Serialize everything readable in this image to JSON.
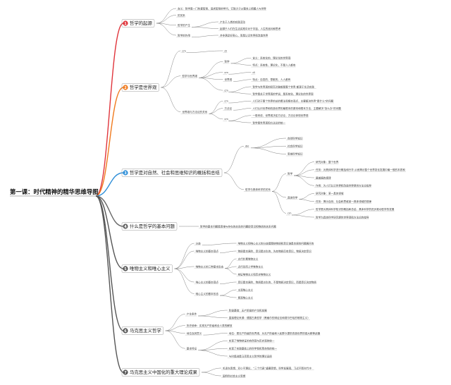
{
  "root": "第一课：时代精神的精华思维导图",
  "colors": {
    "branch": [
      "#e0343b",
      "#f07b1f",
      "#2f8fd8",
      "#666666",
      "#555555",
      "#555555",
      "#555555"
    ],
    "line": "#7f7f7f"
  },
  "branches": [
    {
      "num": "1",
      "label": "哲学的起源",
      "children": [
        {
          "text": "含义：哲学是一门热爱智慧、追求智慧的学问，它致力于从整体上把握人与世界"
        },
        {
          "text": "的关系"
        },
        {
          "text": "哲学的产生",
          "children": [
            {
              "text": "产生于人类的实践活动"
            },
            {
              "text": "起源于人们在生活实践中对于宇宙、人生的追问和思考"
            }
          ]
        },
        {
          "text": "哲学的作用",
          "children": [
            {
              "text": "并非满足好奇心，而是认识世界和改造世界"
            }
          ]
        }
      ]
    },
    {
      "num": "2",
      "label": "哲学是世界观",
      "children": [
        {
          "text": "cm",
          "children": [
            {
              "text": "dl"
            }
          ]
        },
        {
          "text": "哲学与世界观",
          "children": [
            {
              "text": "哲学",
              "children": [
                {
                  "text": "含义：系统化的、理论化的世界观"
                },
                {
                  "text": "特点：系统性、理论化，不是人人都有"
                }
              ]
            },
            {
              "text": "cm",
              "children": [
                {
                  "text": "dl"
                }
              ]
            },
            {
              "text": "世界观",
              "children": [
                {
                  "text": "特点：自发的、零散的，人人都有"
                }
              ]
            },
            {
              "text": "cm",
              "children": [
                {
                  "text": "哲学与世界观的研究对象都是整个世界  都源于生活实践"
                },
                {
                  "text": "哲学是关于世界观的学说，是系统化、理论化的世界观"
                }
              ]
            }
          ]
        },
        {
          "text": "世界观与方法论的关系",
          "children": [
            {
              "text": "cm",
              "children": [
                {
                  "text": "人们对于整个世界的总的看法和根本观点，主要解决世界\"是什么\"的问题"
                }
              ]
            },
            {
              "text": "方法论",
              "children": [
                {
                  "text": "人们认识世界和改造世界的最根本的原则和根本方法，主要解决\"怎么办\"的问题"
                }
              ]
            },
            {
              "text": "cm",
              "children": [
                {
                  "text": "一般来说，世界观决定方法论，方法论体现世界观"
                },
                {
                  "text": "哲学是世界观和方法论的统一"
                }
              ]
            }
          ]
        }
      ]
    },
    {
      "num": "3",
      "label": "哲学是对自然、社会和思维知识的概括和总结",
      "children": [
        {
          "text": "dkl",
          "children": [
            {
              "text": "自然科学知识"
            },
            {
              "text": "社会科学知识"
            },
            {
              "text": "思维科学知识"
            }
          ]
        },
        {
          "text": "哲学与具体科学的关系",
          "children": [
            {
              "text": "哲学",
              "children": [
                {
                  "text": "研究对象：整个世界"
                },
                {
                  "text": "任务：对具体科学进行概括和升华 从而揭示整个世界变化发展中最一般的本质和"
                },
                {
                  "text": "最普遍的规律"
                },
                {
                  "text": "作用：为人们认识世界和改造世界提供方法论指导"
                }
              ]
            },
            {
              "text": "具体科学",
              "children": [
                {
                  "text": "研究对象：某一具体领域"
                },
                {
                  "text": "任务：揭示自然、社会和思维某一具体领域的规律"
                }
              ]
            },
            {
              "text": "cm",
              "children": [
                {
                  "text": "哲学是对具体科学知识的概括和总结，具体科学的进步推动哲学的发展"
                },
                {
                  "text": "哲学为具体科学研究提供世界观和方法论的指导"
                }
              ]
            }
          ]
        }
      ]
    },
    {
      "num": "4",
      "label": "什么是哲学的基本问题",
      "children": [
        {
          "text": "哲学的基本问题是思维与存在的关系的问题即意识和物质的关系问题"
        }
      ]
    },
    {
      "num": "5",
      "label": "唯物主义和唯心主义",
      "children": [
        {
          "text": "分歧",
          "children": [
            {
              "text": "唯物主义和唯心主义的分歧是围绕物质和意识谁是本原的问题展开的"
            }
          ]
        },
        {
          "text": "唯物主义的基本观点",
          "children": [
            {
              "text": "物质是本原的，意识是派生的，先有物质后有意识，物质决定意识"
            }
          ]
        },
        {
          "text": "唯物主义的三种基本形态",
          "children": [
            {
              "text": "古代朴素唯物主义"
            },
            {
              "text": "近代形而上学唯物主义"
            },
            {
              "text": "辩证唯物主义和历史唯物主义"
            }
          ]
        },
        {
          "text": "唯心主义的基本观点",
          "children": [
            {
              "text": "意识是本原的，物质是派生的，不是物质决定意识，而是意识决定物质"
            }
          ]
        },
        {
          "text": "唯心主义的基本形态",
          "children": [
            {
              "text": "主观唯心主义"
            },
            {
              "text": "客观唯心主义"
            }
          ]
        }
      ]
    },
    {
      "num": "6",
      "label": "马克思主义哲学",
      "children": [
        {
          "text": "产生条件",
          "children": [
            {
              "text": "阶级基础：无产阶级的产生和发展"
            },
            {
              "text": "直接理论来源：德国古典哲学（黑格尔的辩证法和费尔巴哈的唯物主义）"
            }
          ]
        },
        {
          "text": "历史使命：实现无产阶级和全人类的解放"
        },
        {
          "text": "地位及其意义",
          "children": [
            {
              "text": "地位：是无产阶级的世界观，为无产阶级和人民群众提供改造世界的强大精神武器"
            }
          ]
        },
        {
          "text": "基本特征",
          "children": [
            {
              "text": "实现了唯物辩证的自然观与历史观的统一"
            },
            {
              "text": "实现了实践基础上的科学性和革命性的统一"
            },
            {
              "text": "与时俱进是马克思主义哲学的理论品质"
            }
          ]
        }
      ]
    },
    {
      "num": "7",
      "label": "马克思主义中国化的重大理论成果",
      "children": [
        {
          "text": "毛泽东思想、邓小平理论、“三个代表”重要思想、科学发展观、习近平新时代中"
        },
        {
          "text": "国特色社会主义思想"
        }
      ]
    }
  ]
}
